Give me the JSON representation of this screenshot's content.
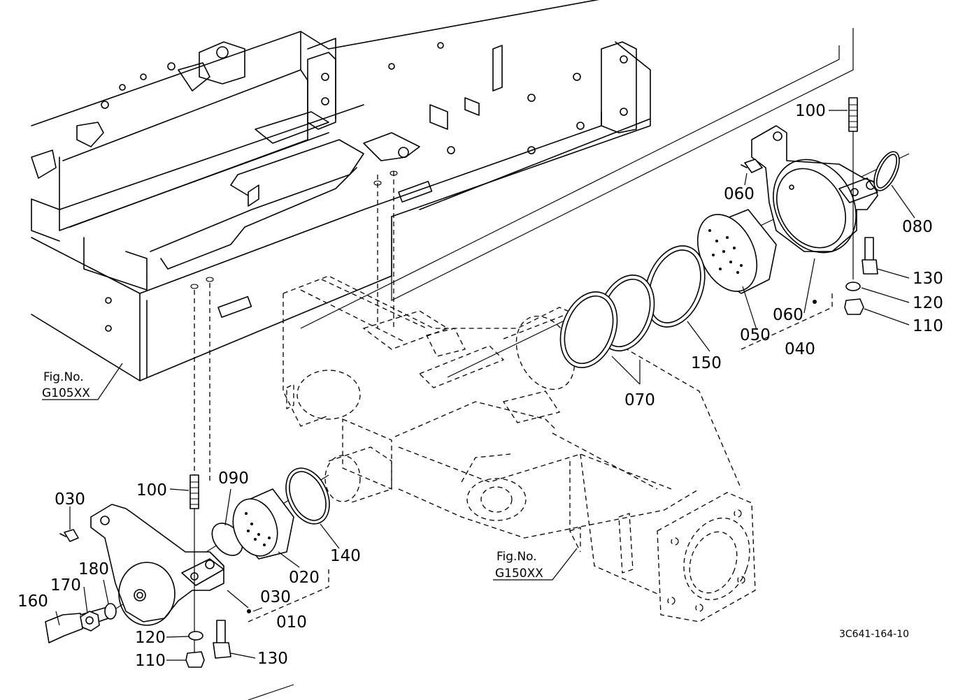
{
  "labels": {
    "p100_top": "100",
    "p060_top": "060",
    "p080": "080",
    "p130_right": "130",
    "p120_right": "120",
    "p110_right": "110",
    "p060_mid": "060",
    "p050": "050",
    "p040": "040",
    "p150": "150",
    "p070": "070",
    "p090": "090",
    "p100_left": "100",
    "p030_left": "030",
    "p140": "140",
    "p020": "020",
    "p030_mid": "030",
    "p010": "010",
    "p180": "180",
    "p170": "170",
    "p160": "160",
    "p120_left": "120",
    "p110_left": "110",
    "p130_left": "130"
  },
  "refs": {
    "frame_fig_label": "Fig.No.",
    "frame_fig_no": "G105XX",
    "axle_fig_label": "Fig.No.",
    "axle_fig_no": "G150XX"
  },
  "drawing_code": "3C641-164-10"
}
